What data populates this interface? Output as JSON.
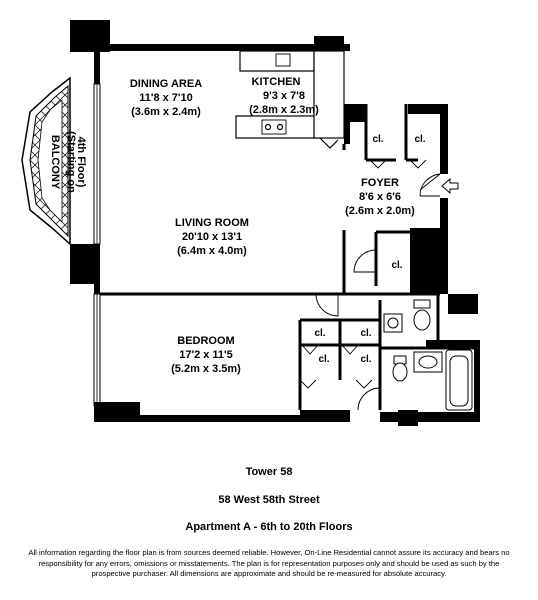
{
  "rooms": {
    "dining": {
      "name": "DINING AREA",
      "dim_ft": "11'8 x 7'10",
      "dim_m": "(3.6m x 2.4m)"
    },
    "kitchen": {
      "name": "KITCHEN",
      "dim_ft": "9'3 x 7'8",
      "dim_m": "(2.8m x 2.3m)"
    },
    "foyer": {
      "name": "FOYER",
      "dim_ft": "8'6 x 6'6",
      "dim_m": "(2.6m x 2.0m)"
    },
    "living": {
      "name": "LIVING ROOM",
      "dim_ft": "20'10 x 13'1",
      "dim_m": "(6.4m x 4.0m)"
    },
    "bedroom": {
      "name": "BEDROOM",
      "dim_ft": "17'2 x 11'5",
      "dim_m": "(5.2m x 3.5m)"
    },
    "balcony": {
      "line1": "BALCONY",
      "line2": "(Starting on",
      "line3": "4th Floor)"
    }
  },
  "closet_label": "cl.",
  "footer": {
    "building": "Tower 58",
    "address": "58 West 58th Street",
    "apartment": "Apartment A - 6th to 20th Floors",
    "disclaimer": "All information regarding the floor plan is from sources deemed reliable.  However, On-Line Residential cannot assure its accuracy and bears no responsibility for any errors, omissions or misstatements.  The plan is for representation purposes only and should be used as such by the prospective purchaser.  All dimensions are approximate and should be re-measured for absolute accuracy."
  }
}
